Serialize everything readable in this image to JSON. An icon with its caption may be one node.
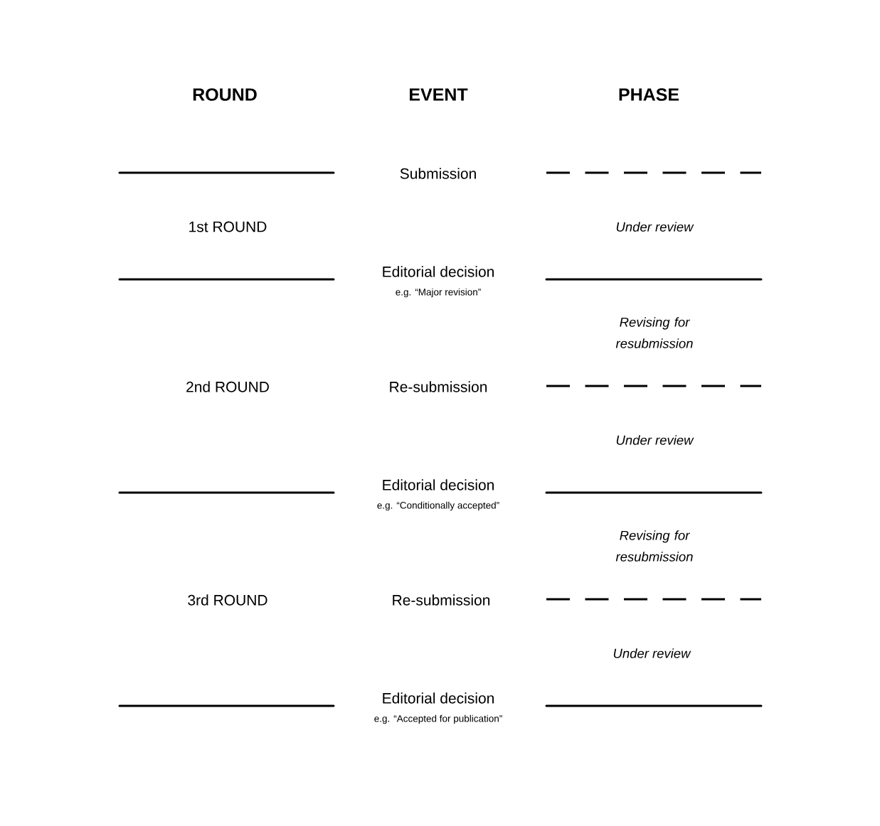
{
  "diagram": {
    "labels": [
      "ROUND",
      "EVENT",
      "PHASE",
      "Submission",
      "1st ROUND",
      "Under review",
      "Editorial decision",
      "e.g. “Major revision”",
      "Revising for resubmission",
      "2nd ROUND",
      "Re-submission",
      "Under review",
      "Editorial decision",
      "e.g. “Conditionally accepted”",
      "Revising for resubmission",
      "3rd ROUND",
      "Re-submission",
      "Under review",
      "Editorial decision",
      "e.g. “Accepted for publication”"
    ]
  }
}
